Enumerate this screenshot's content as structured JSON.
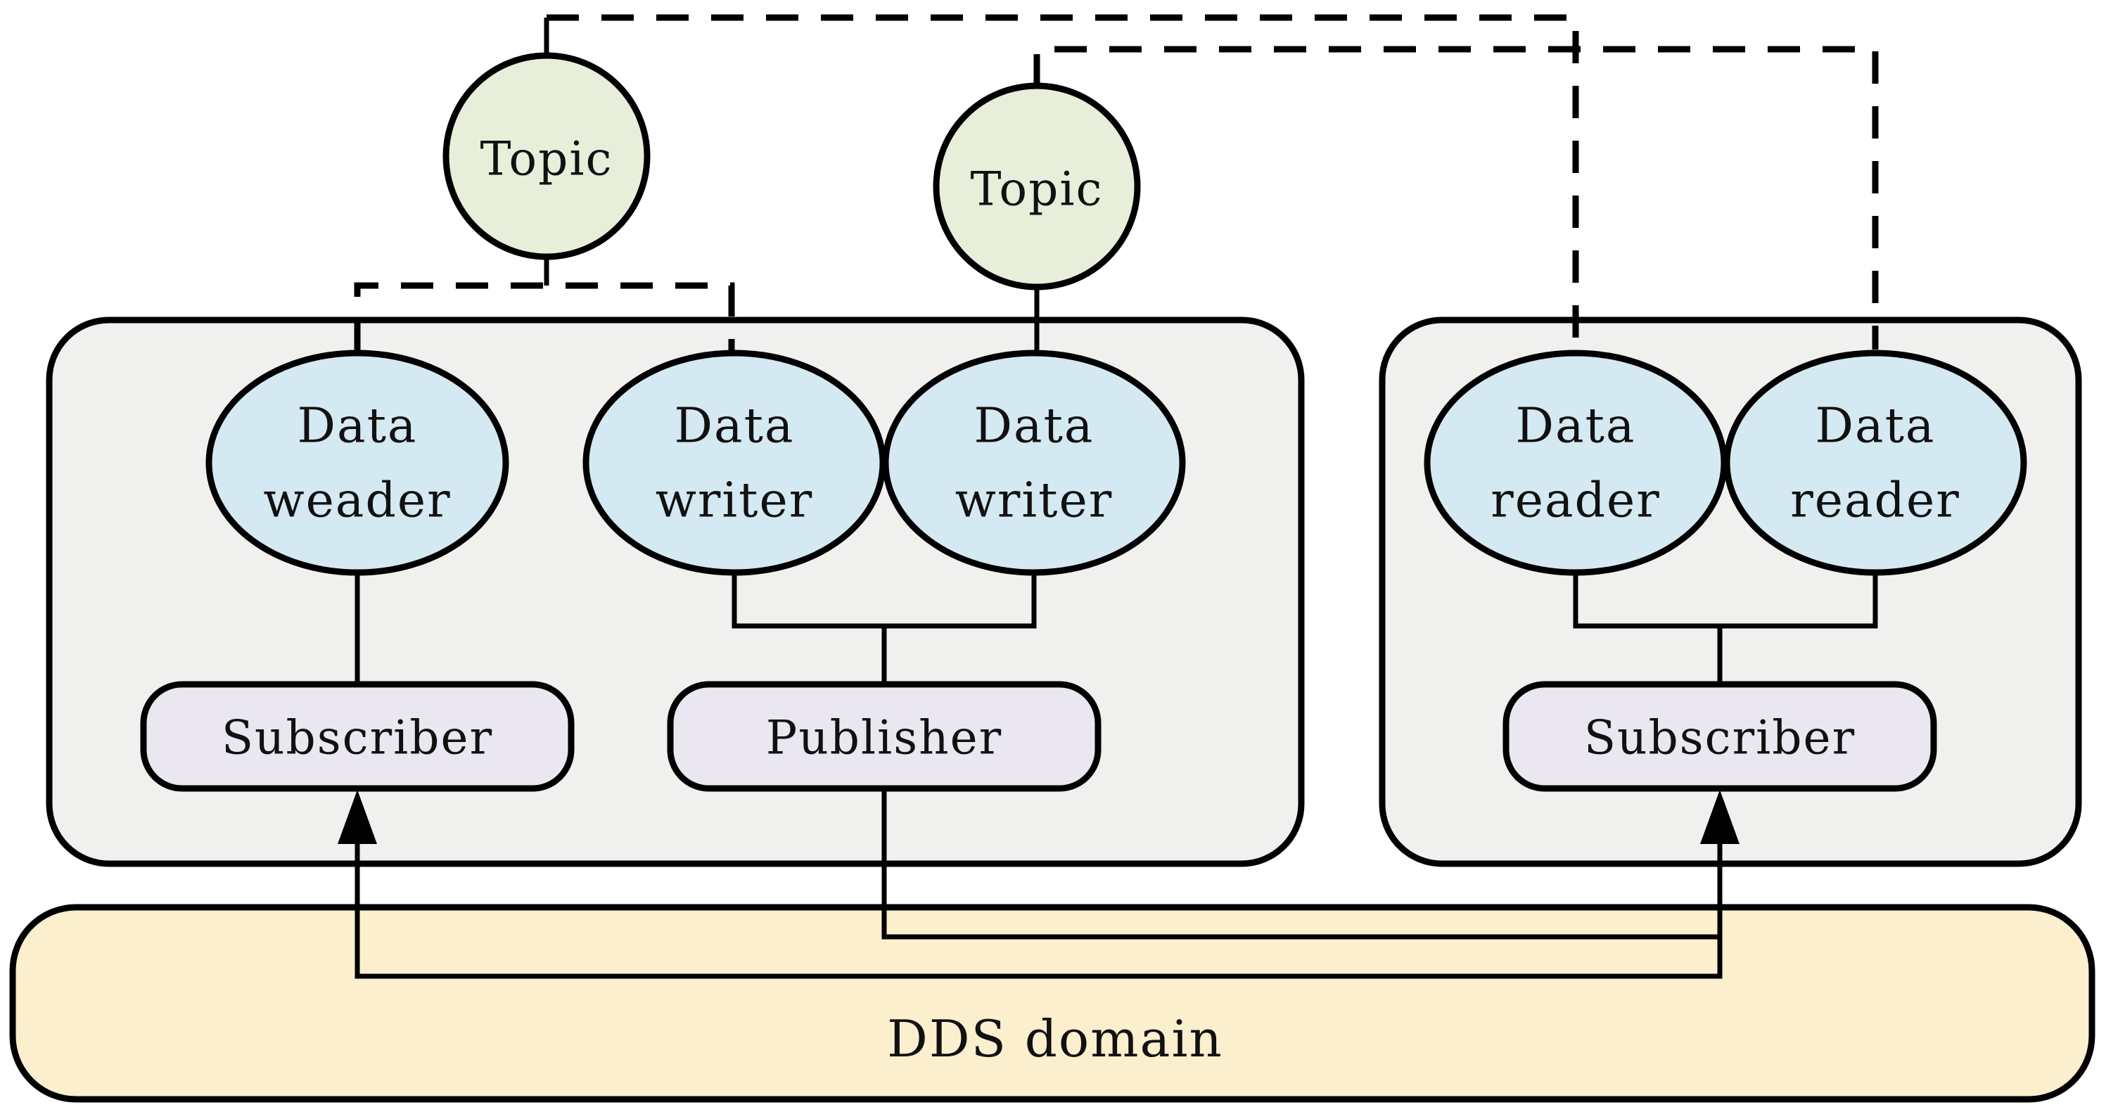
{
  "diagram": {
    "type": "dds-architecture-diagram",
    "topics": [
      {
        "label": "Topic"
      },
      {
        "label": "Topic"
      }
    ],
    "left_group": {
      "endpoints": [
        {
          "line1": "Data",
          "line2": "weader"
        },
        {
          "line1": "Data",
          "line2": "writer"
        },
        {
          "line1": "Data",
          "line2": "writer"
        }
      ],
      "subscriber_label": "Subscriber",
      "publisher_label": "Publisher"
    },
    "right_group": {
      "endpoints": [
        {
          "line1": "Data",
          "line2": "reader"
        },
        {
          "line1": "Data",
          "line2": "reader"
        }
      ],
      "subscriber_label": "Subscriber"
    },
    "domain": {
      "label": "DDS domain"
    },
    "colors": {
      "topic_fill": "#e7eeda",
      "endpoint_fill": "#d4e9f1",
      "group_fill": "#f0f0ef",
      "pill_fill": "#eae7f1",
      "domain_fill": "#fcefcd",
      "stroke": "#000000"
    }
  }
}
